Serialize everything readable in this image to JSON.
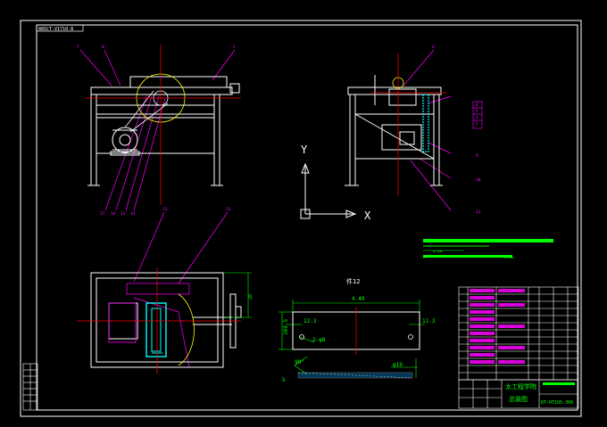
{
  "drawing": {
    "top_label": "88SCT-VI710-8",
    "part_balloons": [
      "7",
      "8",
      "5",
      "4",
      "6",
      "5",
      "3",
      "2",
      "9",
      "10",
      "11",
      "17",
      "16",
      "15",
      "14",
      "13",
      "12"
    ],
    "axis": {
      "y_label": "Y",
      "x_label": "X"
    },
    "section_title": "件12",
    "dimensions": {
      "overall_length": "4.49",
      "edge_left": "12.3",
      "edge_right": "12.3",
      "height": "169.5",
      "holes": "2-φ8",
      "angle": "90°",
      "hole_pitch": "φ19",
      "thickness": "5",
      "plan_side": "28"
    },
    "tech_notes": [
      "1.",
      "2.",
      "0.1mm",
      "0.3mm"
    ],
    "title_block": {
      "company": "太工程学院",
      "drawing_name": "总装图",
      "drawing_number": "BT-HT105-300"
    }
  },
  "colors": {
    "background": "#000000",
    "frame": "#ffffff",
    "part_lines": "#ffffff",
    "leaders": "#ff00ff",
    "centerline": "#ff0000",
    "motor_circle": "#ffff00",
    "chain": "#00ffff",
    "dimension": "#00ff00",
    "notes": "#00ff00"
  }
}
